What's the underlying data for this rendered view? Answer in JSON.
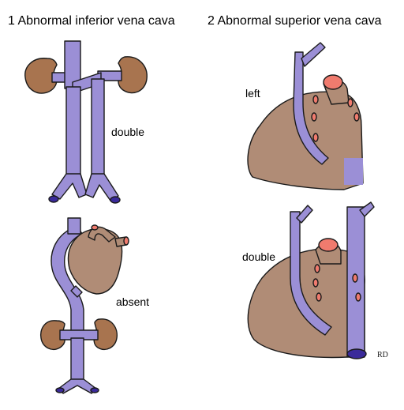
{
  "headings": {
    "left": "1 Abnormal inferior vena cava",
    "right": "2 Abnormal superior vena cava"
  },
  "labels": {
    "double_ivc": "double",
    "absent_ivc": "absent",
    "left_svc": "left",
    "double_svc": "double"
  },
  "signature": "RD",
  "colors": {
    "vein": "#9b8fd6",
    "vein_outline": "#4a3f7a",
    "vein_end": "#3a2a9a",
    "kidney": "#a8744f",
    "heart": "#b08c76",
    "vessel_stump": "#f07b6e",
    "outline": "#1a1a1a"
  }
}
